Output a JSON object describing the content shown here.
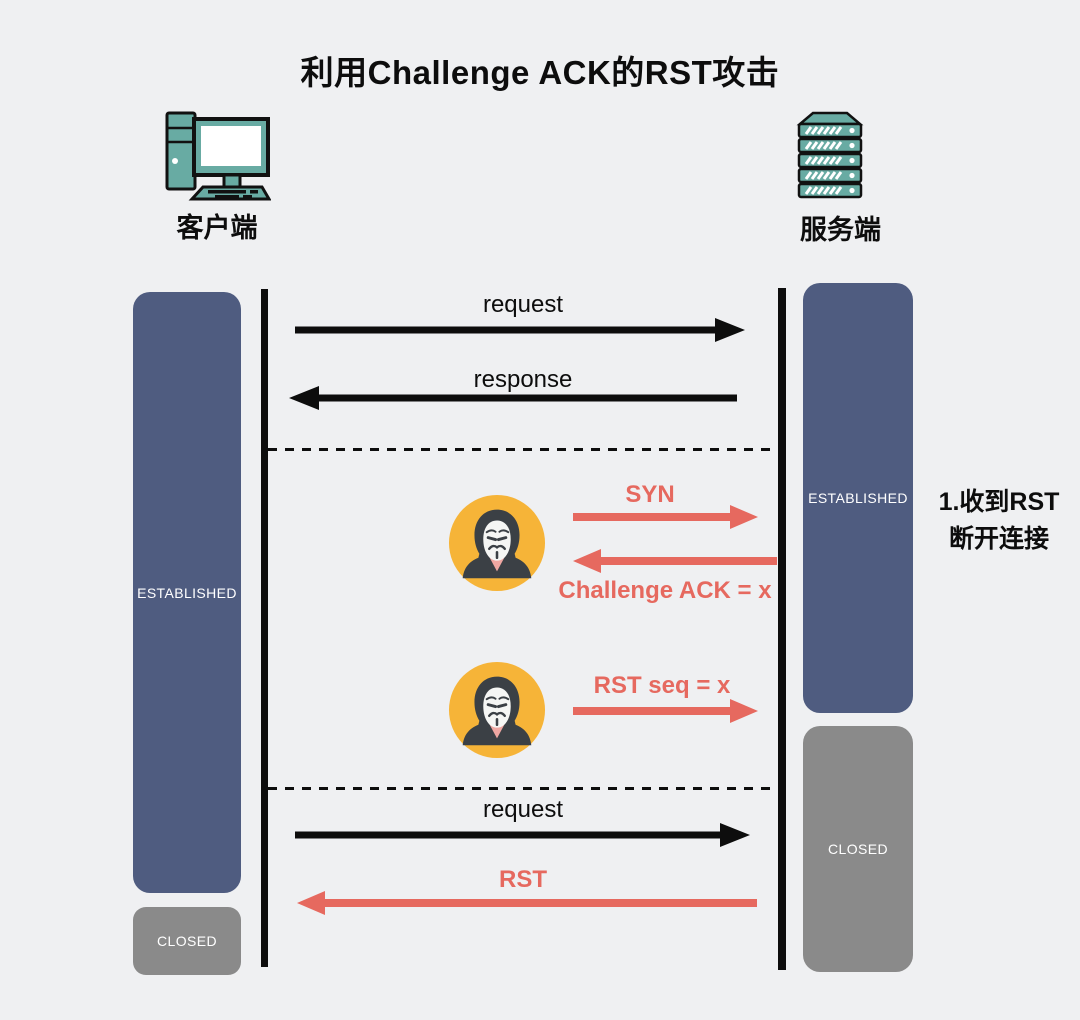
{
  "title": "利用Challenge ACK的RST攻击",
  "actors": {
    "client": {
      "label": "客户端"
    },
    "server": {
      "label": "服务端"
    }
  },
  "states": {
    "client_established": "ESTABLISHED",
    "client_closed": "CLOSED",
    "server_established": "ESTABLISHED",
    "server_closed": "CLOSED"
  },
  "messages": {
    "request_top": "request",
    "response": "response",
    "syn": "SYN",
    "challenge_ack": "Challenge ACK = x",
    "rst_seq": "RST  seq = x",
    "request_bottom": "request",
    "rst": "RST"
  },
  "annotations": {
    "server_note_line1": "1.收到RST",
    "server_note_line2": "断开连接"
  },
  "icons": {
    "client": "desktop-computer-icon",
    "server": "server-rack-icon",
    "attacker": "anonymous-hacker-icon"
  },
  "colors": {
    "background": "#EFF0F2",
    "established_bar": "#4F5C80",
    "closed_bar": "#8A8A8A",
    "attack_red": "#E6695F",
    "line_black": "#0D0D0D",
    "device_teal": "#68ABA3",
    "attacker_yellow": "#F6B438",
    "hoodie_dark": "#3B4045"
  }
}
